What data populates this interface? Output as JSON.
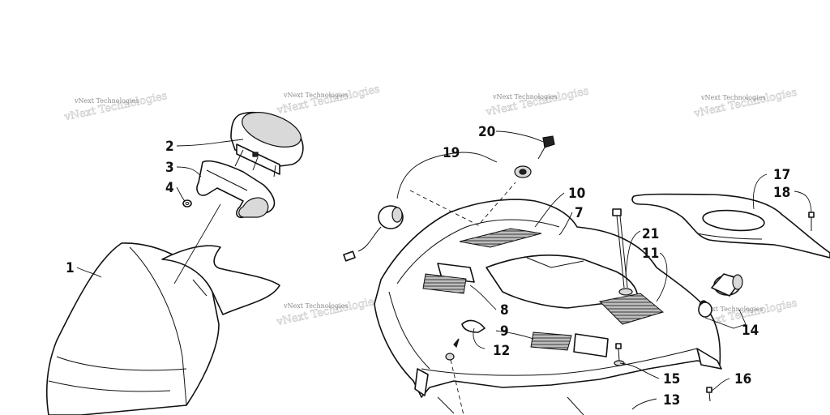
{
  "watermark": "vNext Technologies",
  "callouts": {
    "c1": "1",
    "c2": "2",
    "c3": "3",
    "c4": "4",
    "c7": "7",
    "c8": "8",
    "c9": "9",
    "c10": "10",
    "c11": "11",
    "c12": "12",
    "c13": "13",
    "c14": "14",
    "c15": "15",
    "c16": "16",
    "c17": "17",
    "c18": "18",
    "c19": "19",
    "c20": "20",
    "c21": "21"
  },
  "colors": {
    "line": "#111111",
    "background": "#ffffff",
    "watermark": "#8a8a8a"
  }
}
